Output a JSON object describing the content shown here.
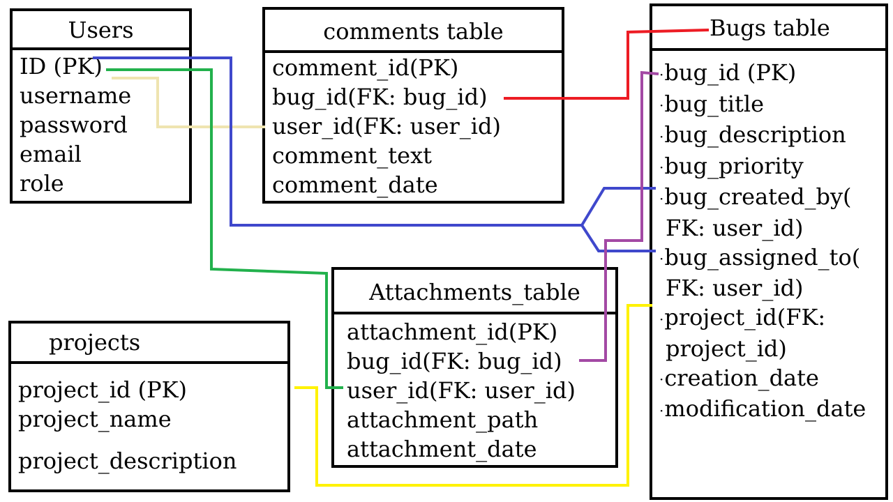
{
  "tables": {
    "users": {
      "title": "Users",
      "fields": [
        "ID (PK)",
        "username",
        "password",
        "email",
        "role"
      ]
    },
    "comments": {
      "title": "comments table",
      "fields": [
        "comment_id(PK)",
        "bug_id(FK: bug_id)",
        "user_id(FK: user_id)",
        "comment_text",
        "comment_date"
      ]
    },
    "bugs": {
      "title": "Bugs table",
      "fields": [
        "bug_id (PK)",
        "bug_title",
        "bug_description",
        "bug_priority",
        "bug_created_by(",
        "FK: user_id)",
        "bug_assigned_to(",
        "FK: user_id)",
        "project_id(FK:",
        "project_id)",
        "creation_date",
        "modification_date"
      ]
    },
    "attachments": {
      "title": "Attachments_table",
      "fields": [
        "attachment_id(PK)",
        "bug_id(FK: bug_id)",
        "user_id(FK: user_id)",
        "attachment_path",
        "attachment_date"
      ]
    },
    "projects": {
      "title": "projects",
      "fields": [
        "project_id (PK)",
        "project_name",
        "project_description"
      ]
    }
  },
  "connector_colors": {
    "comments_user": "#efe4b0",
    "comments_bug": "#ed1c24",
    "bugs_users": "#3f48cc",
    "attachments_user": "#22b14c",
    "attachments_bug": "#a349a4",
    "bugs_project": "#fff200"
  }
}
